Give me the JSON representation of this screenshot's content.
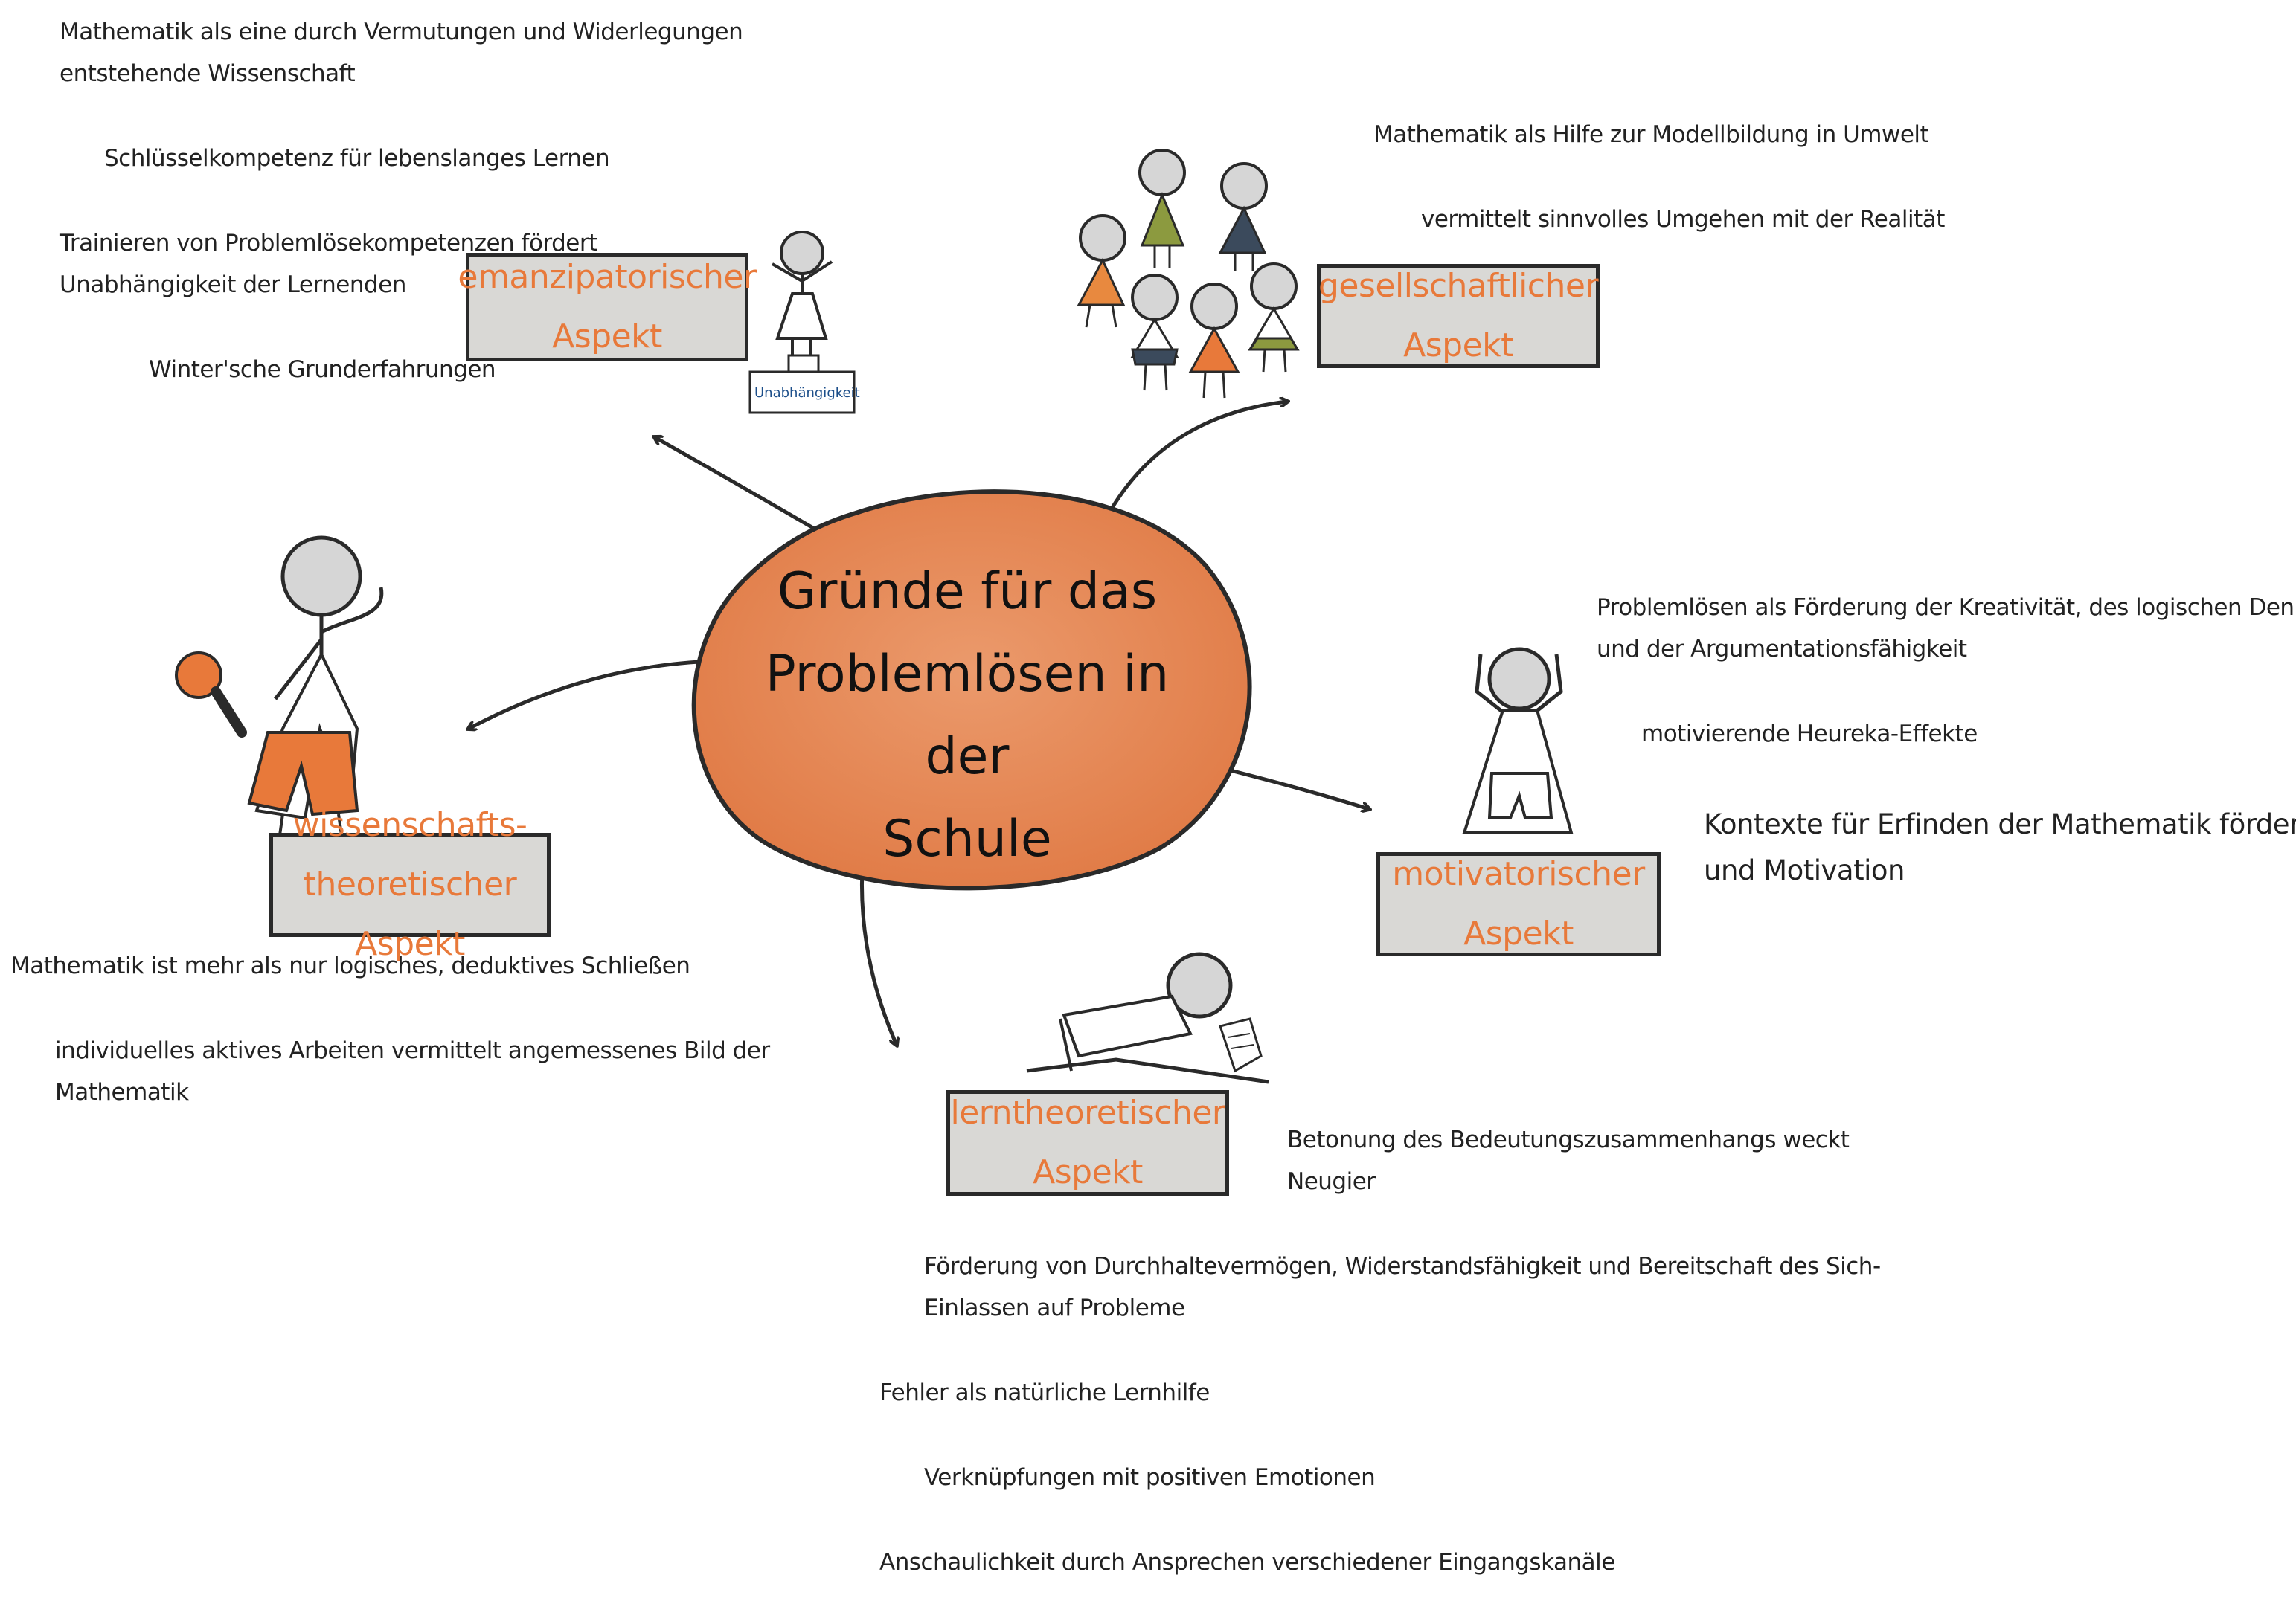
{
  "center": {
    "title": "Gründe für das\nProblemlösen in der\nSchule"
  },
  "aspects": {
    "emanzipatorisch": "emanzipatorischer\nAspekt",
    "gesellschaftlich": "gesellschaftlicher\nAspekt",
    "wissenschaftstheoretisch": "wissenschafts-\ntheoretischer Aspekt",
    "motivatorisch": "motivatorischer\nAspekt",
    "lerntheoretisch": "lerntheoretischer\nAspekt"
  },
  "podium_label": "Unabhängigkeit",
  "notes": {
    "emanzipatorisch": [
      "Mathematik als eine durch Vermutungen und Widerlegungen",
      "entstehende Wissenschaft",
      "Schlüsselkompetenz für lebenslanges Lernen",
      "Trainieren von Problemlösekompetenzen fördert",
      "Unabhängigkeit der Lernenden",
      "Winter'sche Grunderfahrungen"
    ],
    "gesellschaftlich": [
      "Mathematik als Hilfe zur Modellbildung in Umwelt",
      "vermittelt sinnvolles Umgehen mit der Realität"
    ],
    "motivatorisch": [
      "Problemlösen als Förderung der Kreativität, des logischen Denkens",
      "und der Argumentationsfähigkeit",
      "motivierende Heureka-Effekte",
      "Kontexte für Erfinden der Mathematik fördern Sinn",
      "und Motivation"
    ],
    "wissenschaftstheoretisch": [
      "Mathematik ist mehr als nur logisches, deduktives Schließen",
      "individuelles aktives Arbeiten vermittelt angemessenes Bild der",
      "Mathematik"
    ],
    "lerntheoretisch": [
      "Betonung des Bedeutungszusammenhangs weckt",
      "Neugier",
      "Förderung von Durchhaltevermögen, Widerstandsfähigkeit und Bereitschaft des Sich-",
      "Einlassen auf Probleme",
      "Fehler als natürliche Lernhilfe",
      "Verknüpfungen mit positiven Emotionen",
      "Anschaulichkeit durch Ansprechen verschiedener Eingangskanäle"
    ]
  },
  "colors": {
    "accent": "#e8793a",
    "blob": "#e8895a",
    "box_fill": "#d9d8d5",
    "figure_gray": "#d6d6d6",
    "olive": "#8c9a3f",
    "navy": "#3b4a5c"
  }
}
